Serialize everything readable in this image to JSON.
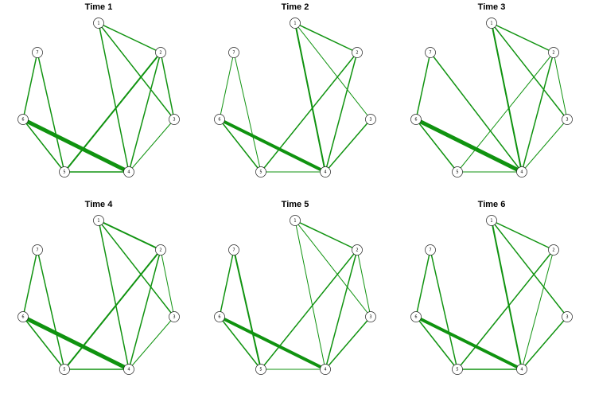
{
  "network": {
    "edge_color": "#109310",
    "node_ids": [
      "1",
      "2",
      "3",
      "4",
      "5",
      "6",
      "7"
    ],
    "panels": [
      {
        "title": "Time 1",
        "edges": [
          {
            "source": "1",
            "target": "2",
            "weight": 1.5
          },
          {
            "source": "1",
            "target": "3",
            "weight": 1.5
          },
          {
            "source": "1",
            "target": "4",
            "weight": 1.5
          },
          {
            "source": "2",
            "target": "3",
            "weight": 1.5
          },
          {
            "source": "2",
            "target": "4",
            "weight": 1.5
          },
          {
            "source": "2",
            "target": "5",
            "weight": 2
          },
          {
            "source": "3",
            "target": "4",
            "weight": 1
          },
          {
            "source": "4",
            "target": "5",
            "weight": 1.5
          },
          {
            "source": "4",
            "target": "6",
            "weight": 5
          },
          {
            "source": "5",
            "target": "6",
            "weight": 1.5
          },
          {
            "source": "5",
            "target": "7",
            "weight": 1.5
          },
          {
            "source": "6",
            "target": "7",
            "weight": 1.5
          }
        ]
      },
      {
        "title": "Time 2",
        "edges": [
          {
            "source": "1",
            "target": "2",
            "weight": 1.5
          },
          {
            "source": "1",
            "target": "3",
            "weight": 1
          },
          {
            "source": "1",
            "target": "4",
            "weight": 2
          },
          {
            "source": "2",
            "target": "4",
            "weight": 1.5
          },
          {
            "source": "2",
            "target": "5",
            "weight": 1.5
          },
          {
            "source": "3",
            "target": "4",
            "weight": 1.5
          },
          {
            "source": "4",
            "target": "5",
            "weight": 1
          },
          {
            "source": "4",
            "target": "6",
            "weight": 4
          },
          {
            "source": "5",
            "target": "6",
            "weight": 1.5
          },
          {
            "source": "5",
            "target": "7",
            "weight": 1
          },
          {
            "source": "6",
            "target": "7",
            "weight": 1
          }
        ]
      },
      {
        "title": "Time 3",
        "edges": [
          {
            "source": "1",
            "target": "2",
            "weight": 1.5
          },
          {
            "source": "1",
            "target": "3",
            "weight": 1.5
          },
          {
            "source": "1",
            "target": "4",
            "weight": 2
          },
          {
            "source": "2",
            "target": "3",
            "weight": 1
          },
          {
            "source": "2",
            "target": "4",
            "weight": 1.5
          },
          {
            "source": "2",
            "target": "5",
            "weight": 1
          },
          {
            "source": "3",
            "target": "4",
            "weight": 1
          },
          {
            "source": "4",
            "target": "5",
            "weight": 1
          },
          {
            "source": "4",
            "target": "6",
            "weight": 5
          },
          {
            "source": "5",
            "target": "6",
            "weight": 1.5
          },
          {
            "source": "4",
            "target": "7",
            "weight": 1.5
          },
          {
            "source": "6",
            "target": "7",
            "weight": 1.5
          }
        ]
      },
      {
        "title": "Time 4",
        "edges": [
          {
            "source": "1",
            "target": "2",
            "weight": 2
          },
          {
            "source": "1",
            "target": "3",
            "weight": 1.5
          },
          {
            "source": "1",
            "target": "4",
            "weight": 1.5
          },
          {
            "source": "2",
            "target": "3",
            "weight": 1
          },
          {
            "source": "2",
            "target": "4",
            "weight": 1.5
          },
          {
            "source": "2",
            "target": "5",
            "weight": 2
          },
          {
            "source": "3",
            "target": "4",
            "weight": 1
          },
          {
            "source": "4",
            "target": "5",
            "weight": 1.5
          },
          {
            "source": "4",
            "target": "6",
            "weight": 5
          },
          {
            "source": "5",
            "target": "6",
            "weight": 1.5
          },
          {
            "source": "5",
            "target": "7",
            "weight": 1.5
          },
          {
            "source": "6",
            "target": "7",
            "weight": 1.5
          }
        ]
      },
      {
        "title": "Time 5",
        "edges": [
          {
            "source": "1",
            "target": "2",
            "weight": 1.5
          },
          {
            "source": "1",
            "target": "3",
            "weight": 1
          },
          {
            "source": "1",
            "target": "4",
            "weight": 1
          },
          {
            "source": "2",
            "target": "3",
            "weight": 1
          },
          {
            "source": "2",
            "target": "4",
            "weight": 1.5
          },
          {
            "source": "2",
            "target": "5",
            "weight": 1.5
          },
          {
            "source": "3",
            "target": "4",
            "weight": 1.5
          },
          {
            "source": "4",
            "target": "5",
            "weight": 1
          },
          {
            "source": "4",
            "target": "6",
            "weight": 4
          },
          {
            "source": "5",
            "target": "6",
            "weight": 1.5
          },
          {
            "source": "5",
            "target": "7",
            "weight": 2
          },
          {
            "source": "6",
            "target": "7",
            "weight": 1.5
          }
        ]
      },
      {
        "title": "Time 6",
        "edges": [
          {
            "source": "1",
            "target": "2",
            "weight": 1.5
          },
          {
            "source": "1",
            "target": "3",
            "weight": 1.5
          },
          {
            "source": "1",
            "target": "4",
            "weight": 2
          },
          {
            "source": "2",
            "target": "4",
            "weight": 1
          },
          {
            "source": "2",
            "target": "5",
            "weight": 1.5
          },
          {
            "source": "3",
            "target": "4",
            "weight": 1.5
          },
          {
            "source": "4",
            "target": "5",
            "weight": 1.5
          },
          {
            "source": "4",
            "target": "6",
            "weight": 4
          },
          {
            "source": "5",
            "target": "6",
            "weight": 1.5
          },
          {
            "source": "5",
            "target": "7",
            "weight": 1.5
          },
          {
            "source": "6",
            "target": "7",
            "weight": 1.5
          }
        ]
      }
    ]
  }
}
